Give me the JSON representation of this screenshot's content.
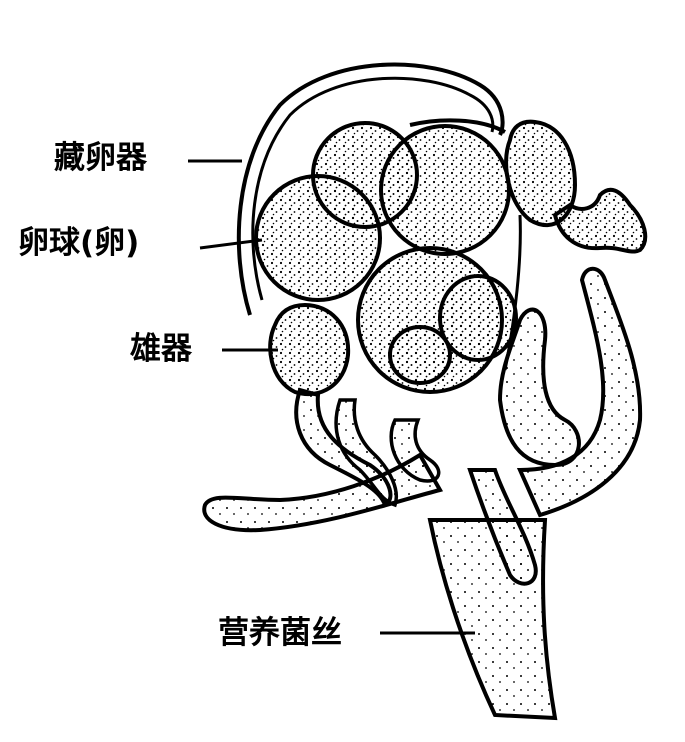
{
  "labels": {
    "oogonium": "藏卵器",
    "oosphere": "卵球(卵)",
    "antheridium": "雄器",
    "vegetative_hypha": "营养菌丝"
  },
  "colors": {
    "ink": "#000000",
    "paper": "#ffffff"
  }
}
